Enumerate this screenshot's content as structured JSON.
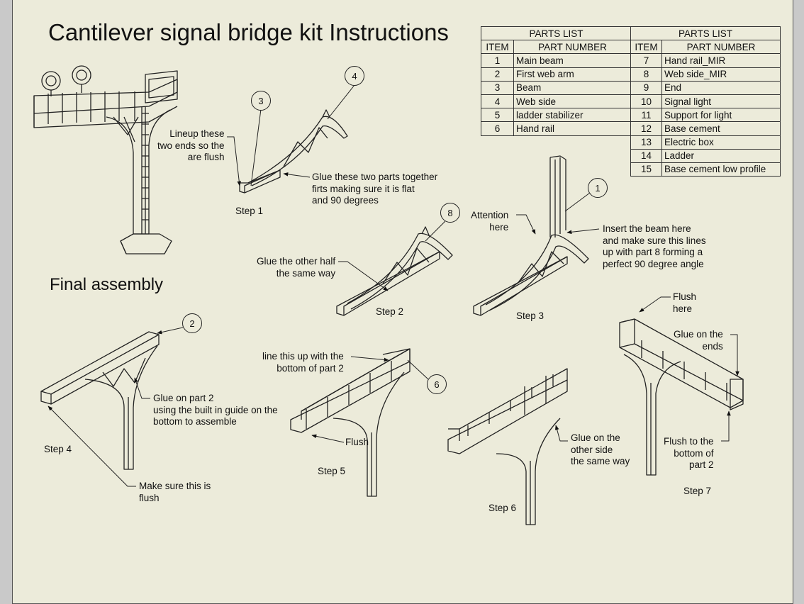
{
  "title": "Cantilever signal bridge kit Instructions",
  "final_assembly": "Final assembly",
  "parts_list_1": {
    "caption": "PARTS LIST",
    "col_item": "ITEM",
    "col_part": "PART NUMBER",
    "rows": [
      {
        "item": "1",
        "part": "Main beam"
      },
      {
        "item": "2",
        "part": "First web arm"
      },
      {
        "item": "3",
        "part": "Beam"
      },
      {
        "item": "4",
        "part": "Web side"
      },
      {
        "item": "5",
        "part": "ladder stabilizer"
      },
      {
        "item": "6",
        "part": "Hand rail"
      }
    ]
  },
  "parts_list_2": {
    "caption": "PARTS LIST",
    "col_item": "ITEM",
    "col_part": "PART NUMBER",
    "rows": [
      {
        "item": "7",
        "part": "Hand rail_MIR"
      },
      {
        "item": "8",
        "part": "Web side_MIR"
      },
      {
        "item": "9",
        "part": "End"
      },
      {
        "item": "10",
        "part": "Signal light"
      },
      {
        "item": "11",
        "part": "Support for light"
      },
      {
        "item": "12",
        "part": "Base cement"
      },
      {
        "item": "13",
        "part": "Electric box"
      },
      {
        "item": "14",
        "part": "Ladder"
      },
      {
        "item": "15",
        "part": "Base cement low profile"
      }
    ]
  },
  "steps": {
    "s1": "Step 1",
    "s2": "Step 2",
    "s3": "Step 3",
    "s4": "Step 4",
    "s5": "Step 5",
    "s6": "Step 6",
    "s7": "Step 7"
  },
  "notes": {
    "lineup": "Lineup these\ntwo ends so the\nare flush",
    "glue_two": "Glue these two parts together\nfirts making sure it is flat\nand 90 degrees",
    "attention": "Attention\nhere",
    "insert_beam": "Insert the beam here\nand make sure this lines\nup with part 8 forming a\nperfect 90 degree angle",
    "glue_half": "Glue the other half\nthe same way",
    "glue_part2": "Glue on part 2\nusing the built in guide on the\nbottom to assemble",
    "make_flush": "Make sure this is\nflush",
    "line_up": "line this up with the\nbottom of part 2",
    "flush5": "Flush",
    "glue_other": "Glue on the\nother side\nthe same way",
    "flush_here": "Flush\nhere",
    "glue_ends": "Glue on the\nends",
    "flush_bottom": "Flush to the\nbottom of\npart 2"
  },
  "callouts": {
    "c1": "1",
    "c2": "2",
    "c3": "3",
    "c4": "4",
    "c6": "6",
    "c8": "8"
  }
}
